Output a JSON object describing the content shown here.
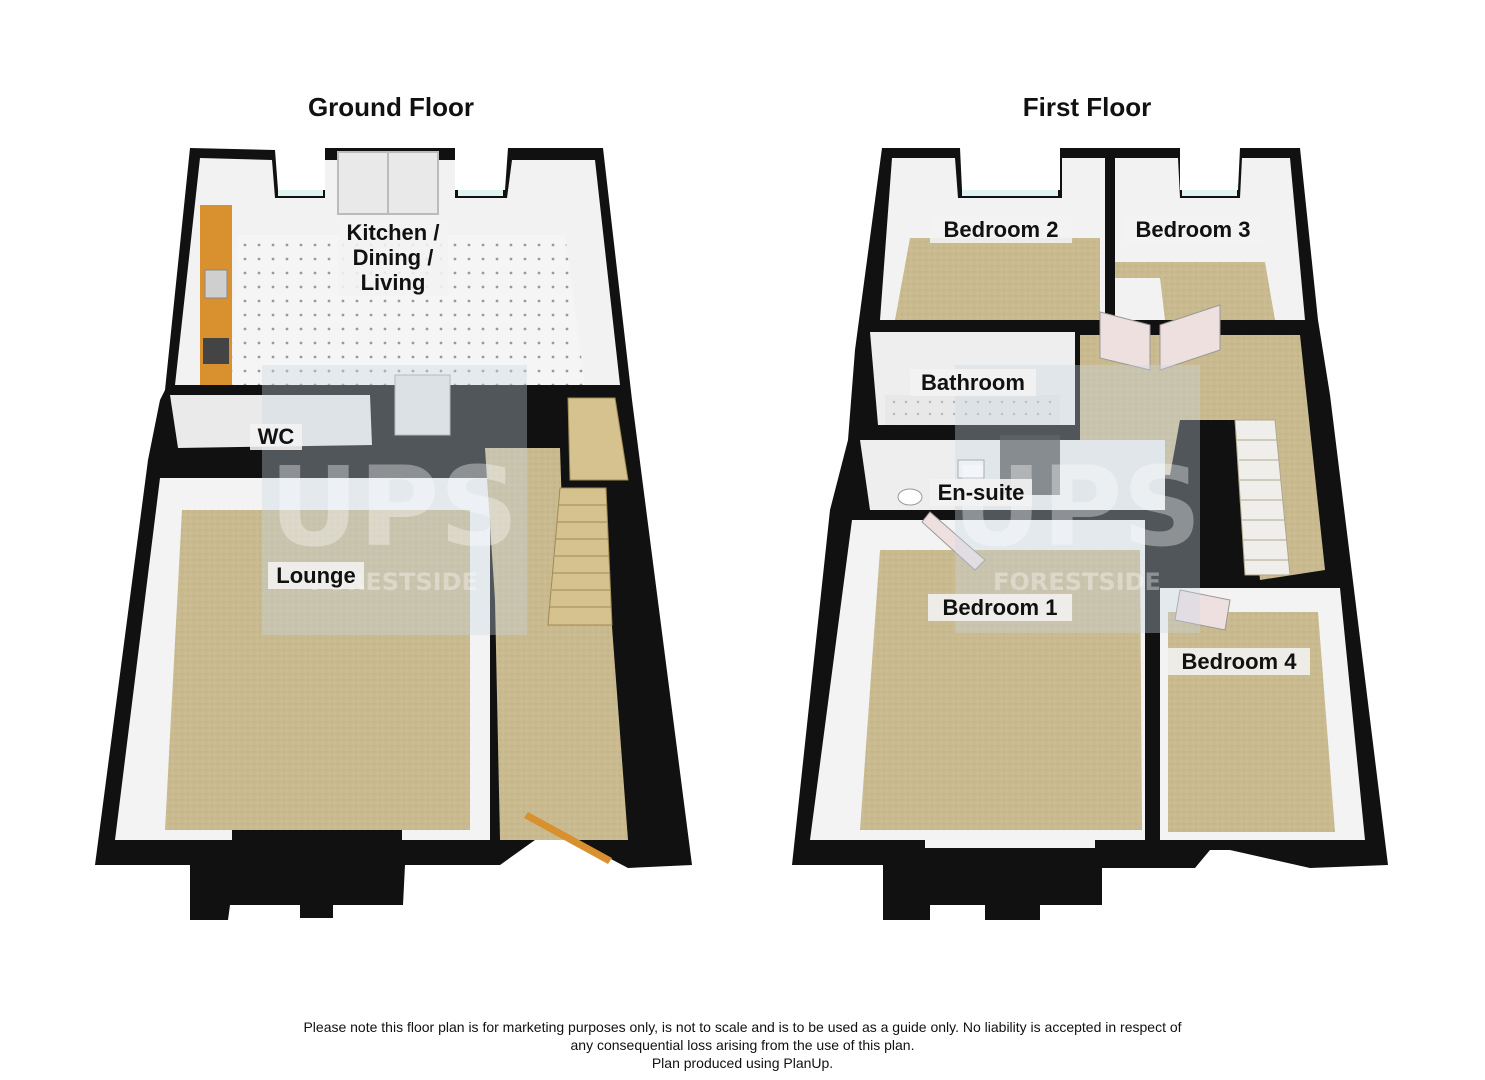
{
  "floors": {
    "ground": {
      "title": "Ground Floor",
      "rooms": {
        "kitchen": [
          "Kitchen /",
          "Dining /",
          "Living"
        ],
        "wc": "WC",
        "lounge": "Lounge"
      }
    },
    "first": {
      "title": "First Floor",
      "rooms": {
        "bedroom2": "Bedroom 2",
        "bedroom3": "Bedroom 3",
        "bathroom": "Bathroom",
        "ensuite": "En-suite",
        "bedroom1": "Bedroom 1",
        "bedroom4": "Bedroom 4"
      }
    }
  },
  "watermark": {
    "logo": "UPS",
    "subtext": "FORESTSIDE"
  },
  "disclaimer": [
    "Please note this floor plan is for marketing purposes only, is not to scale and is to be used as a guide only.  No liability is accepted in respect of",
    "any consequential loss arising from the use of this plan.",
    "Plan produced using PlanUp."
  ],
  "colors": {
    "wall": "#111111",
    "wall_inner": "#f4f4f4",
    "carpet": "#c8b98e",
    "tile": "#f3f3f3",
    "worktop": "#d9902e",
    "stairs": "#d6c28e",
    "window": "#dff3f0"
  }
}
